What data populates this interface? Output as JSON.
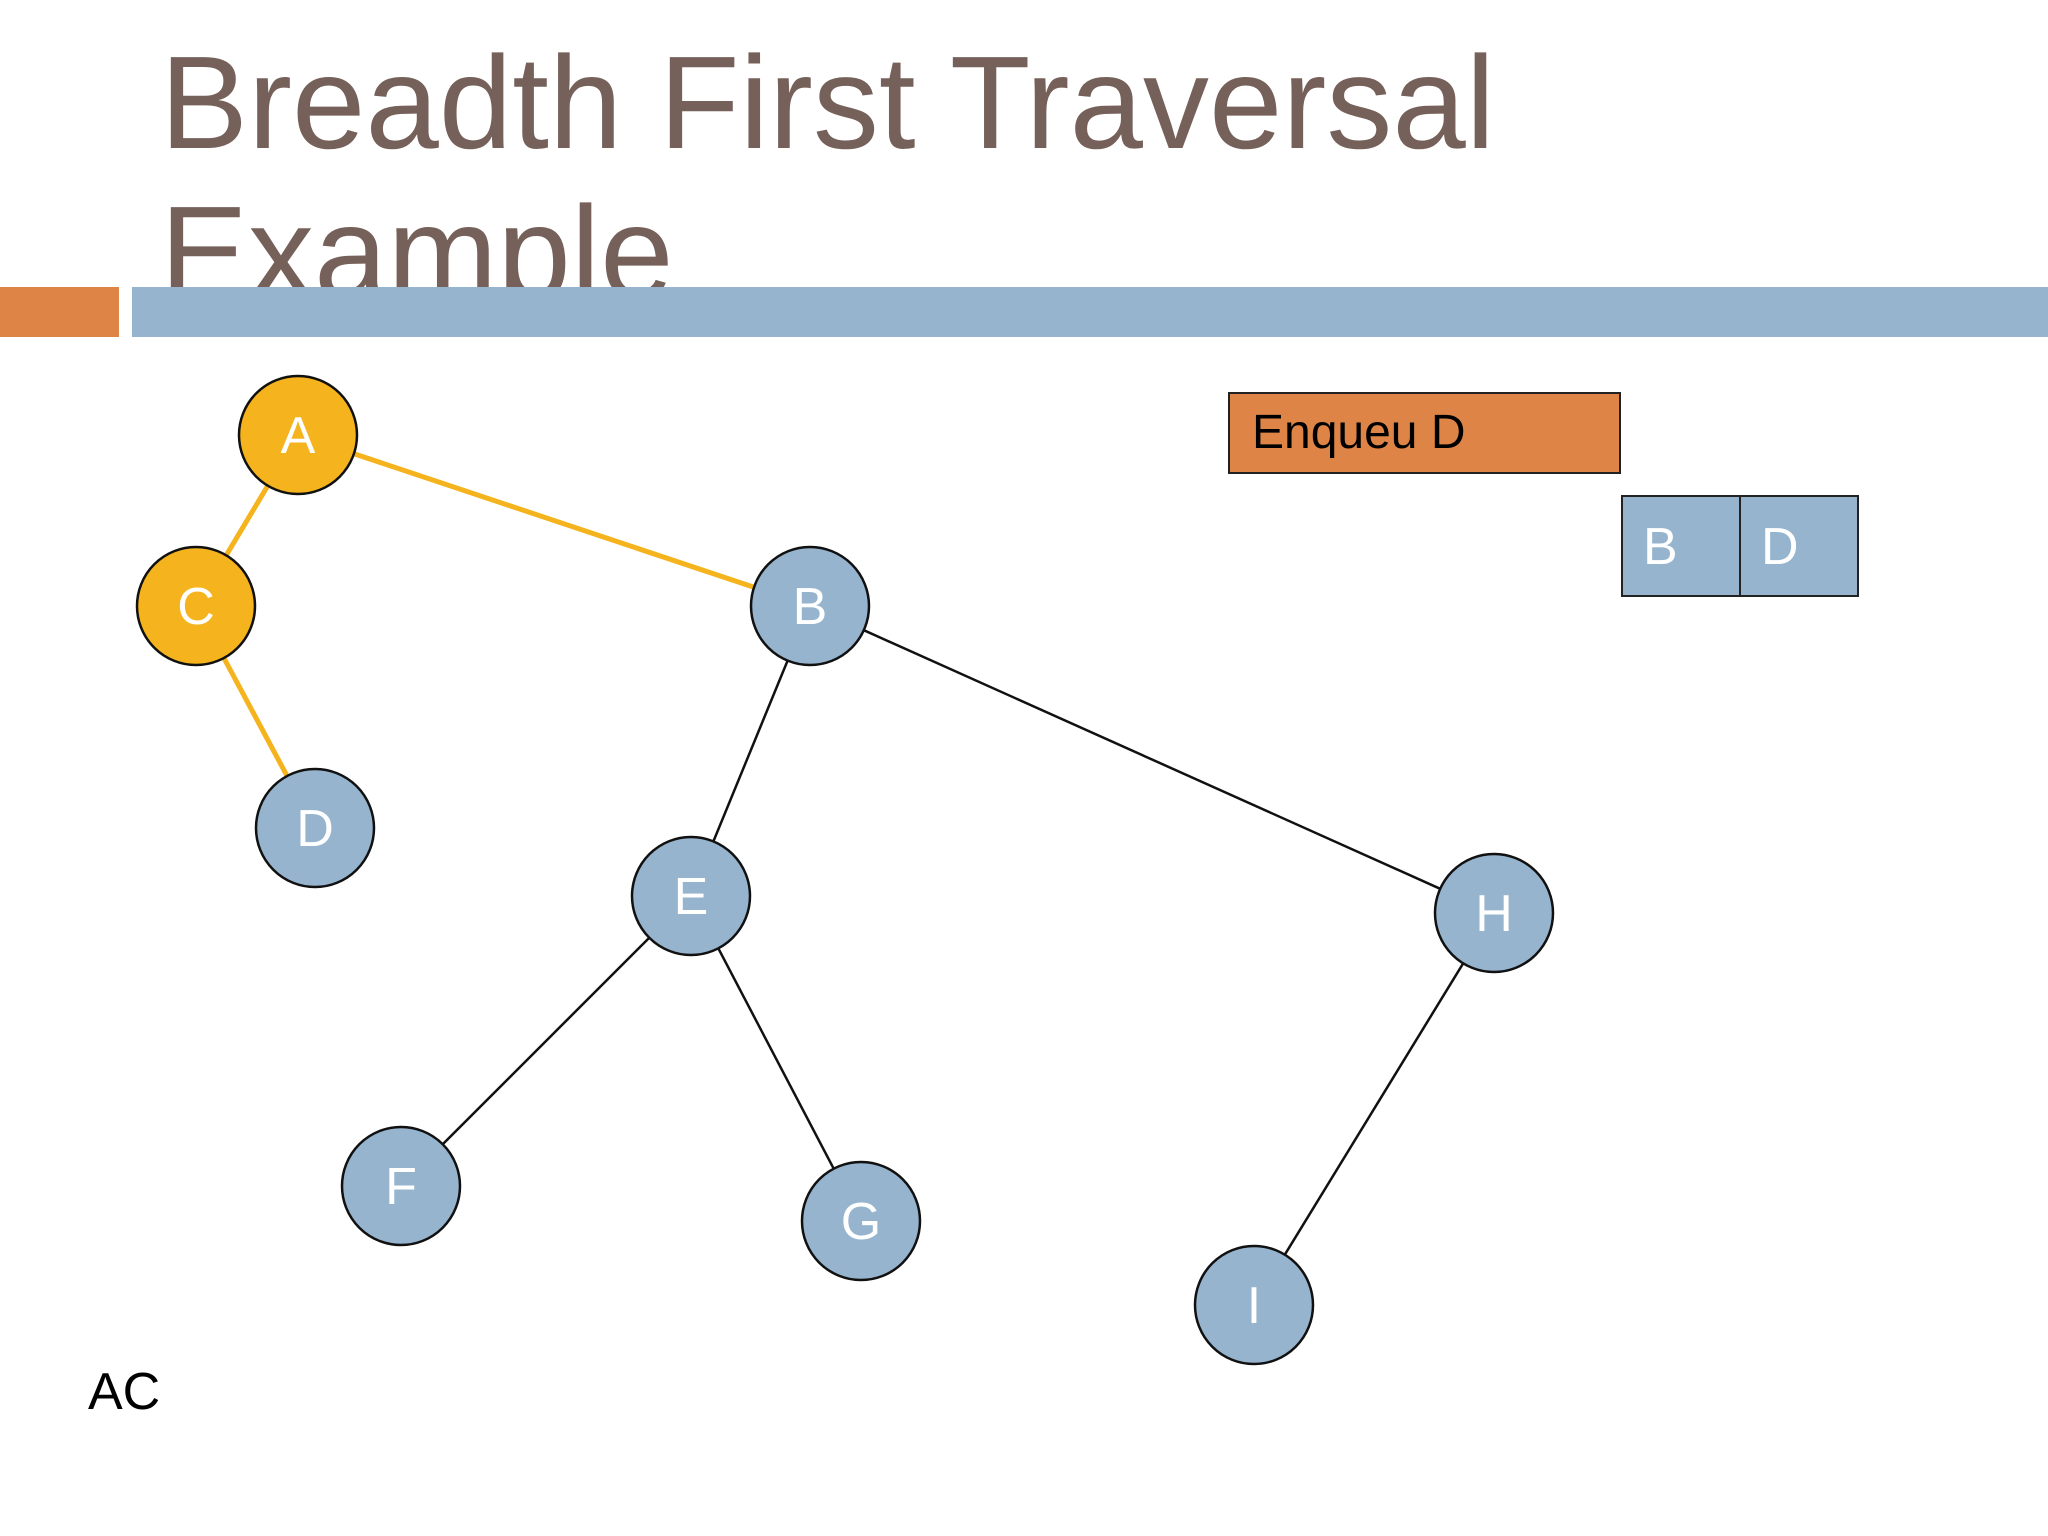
{
  "slide": {
    "title_line1": "Breadth First Traversal",
    "title_line2": "Example",
    "status": "Enqueu D",
    "visited": "AC"
  },
  "colors": {
    "title": "#76615A",
    "accent_orange": "#DE8446",
    "accent_blue": "#96B4CE",
    "visited_node": "#F5B31D",
    "unvisited_node": "#96B4CE"
  },
  "queue": [
    "B",
    "D"
  ],
  "graph": {
    "nodes": [
      {
        "id": "A",
        "label": "A",
        "visited": true
      },
      {
        "id": "B",
        "label": "B",
        "visited": false
      },
      {
        "id": "C",
        "label": "C",
        "visited": true
      },
      {
        "id": "D",
        "label": "D",
        "visited": false
      },
      {
        "id": "E",
        "label": "E",
        "visited": false
      },
      {
        "id": "F",
        "label": "F",
        "visited": false
      },
      {
        "id": "G",
        "label": "G",
        "visited": false
      },
      {
        "id": "H",
        "label": "H",
        "visited": false
      },
      {
        "id": "I",
        "label": "I",
        "visited": false
      }
    ],
    "edges": [
      {
        "from": "A",
        "to": "C",
        "traversed": true
      },
      {
        "from": "A",
        "to": "B",
        "traversed": true
      },
      {
        "from": "C",
        "to": "D",
        "traversed": true
      },
      {
        "from": "B",
        "to": "E",
        "traversed": false
      },
      {
        "from": "B",
        "to": "H",
        "traversed": false
      },
      {
        "from": "E",
        "to": "F",
        "traversed": false
      },
      {
        "from": "E",
        "to": "G",
        "traversed": false
      },
      {
        "from": "H",
        "to": "I",
        "traversed": false
      }
    ]
  }
}
